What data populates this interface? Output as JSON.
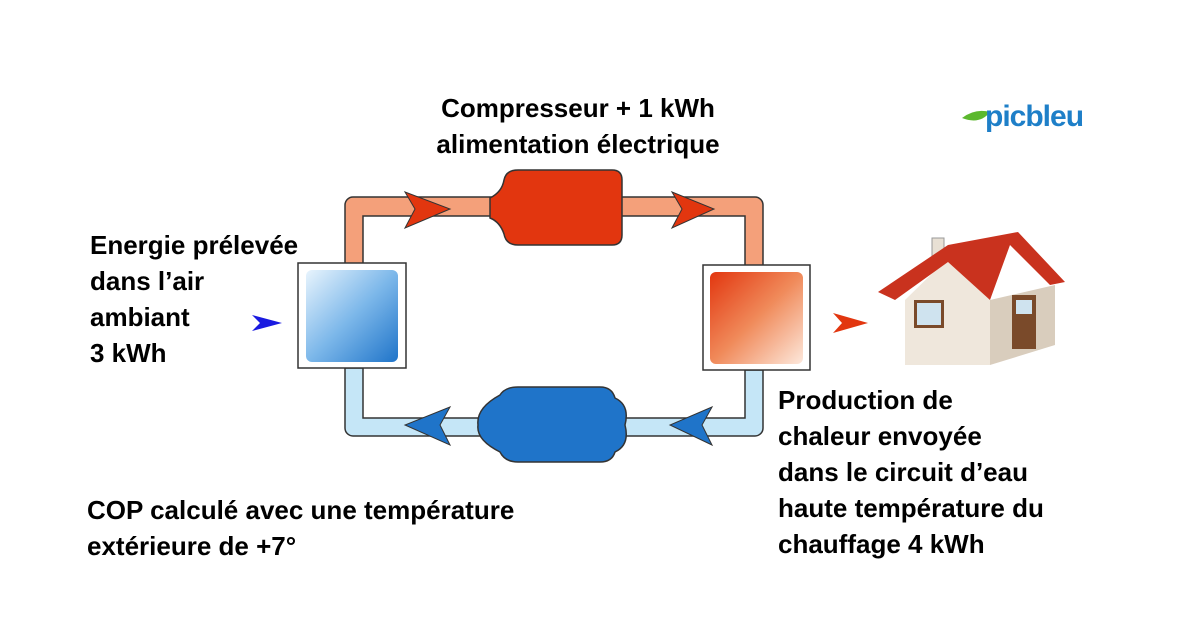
{
  "compressor_label": {
    "line1": "Compresseur + 1 kWh",
    "line2": "alimentation électrique"
  },
  "source_label": {
    "line1": "Energie prélevée",
    "line2": "dans l’air",
    "line3": "ambiant",
    "line4": "3 kWh"
  },
  "output_label": {
    "line1": "Production de",
    "line2": "chaleur envoyée",
    "line3": "dans le circuit d’eau",
    "line4": "haute température du",
    "line5": "chauffage  4 kWh"
  },
  "cop_note": {
    "line1": "COP calculé avec une température",
    "line2": "extérieure de +7°"
  },
  "logo": {
    "text": "picbleu"
  },
  "colors": {
    "hot_pipe": "#f4a07a",
    "hot": "#e2360f",
    "cold_pipe": "#c5e6f7",
    "cold": "#1f74c9",
    "air_arrow": "#1a1ae0"
  }
}
